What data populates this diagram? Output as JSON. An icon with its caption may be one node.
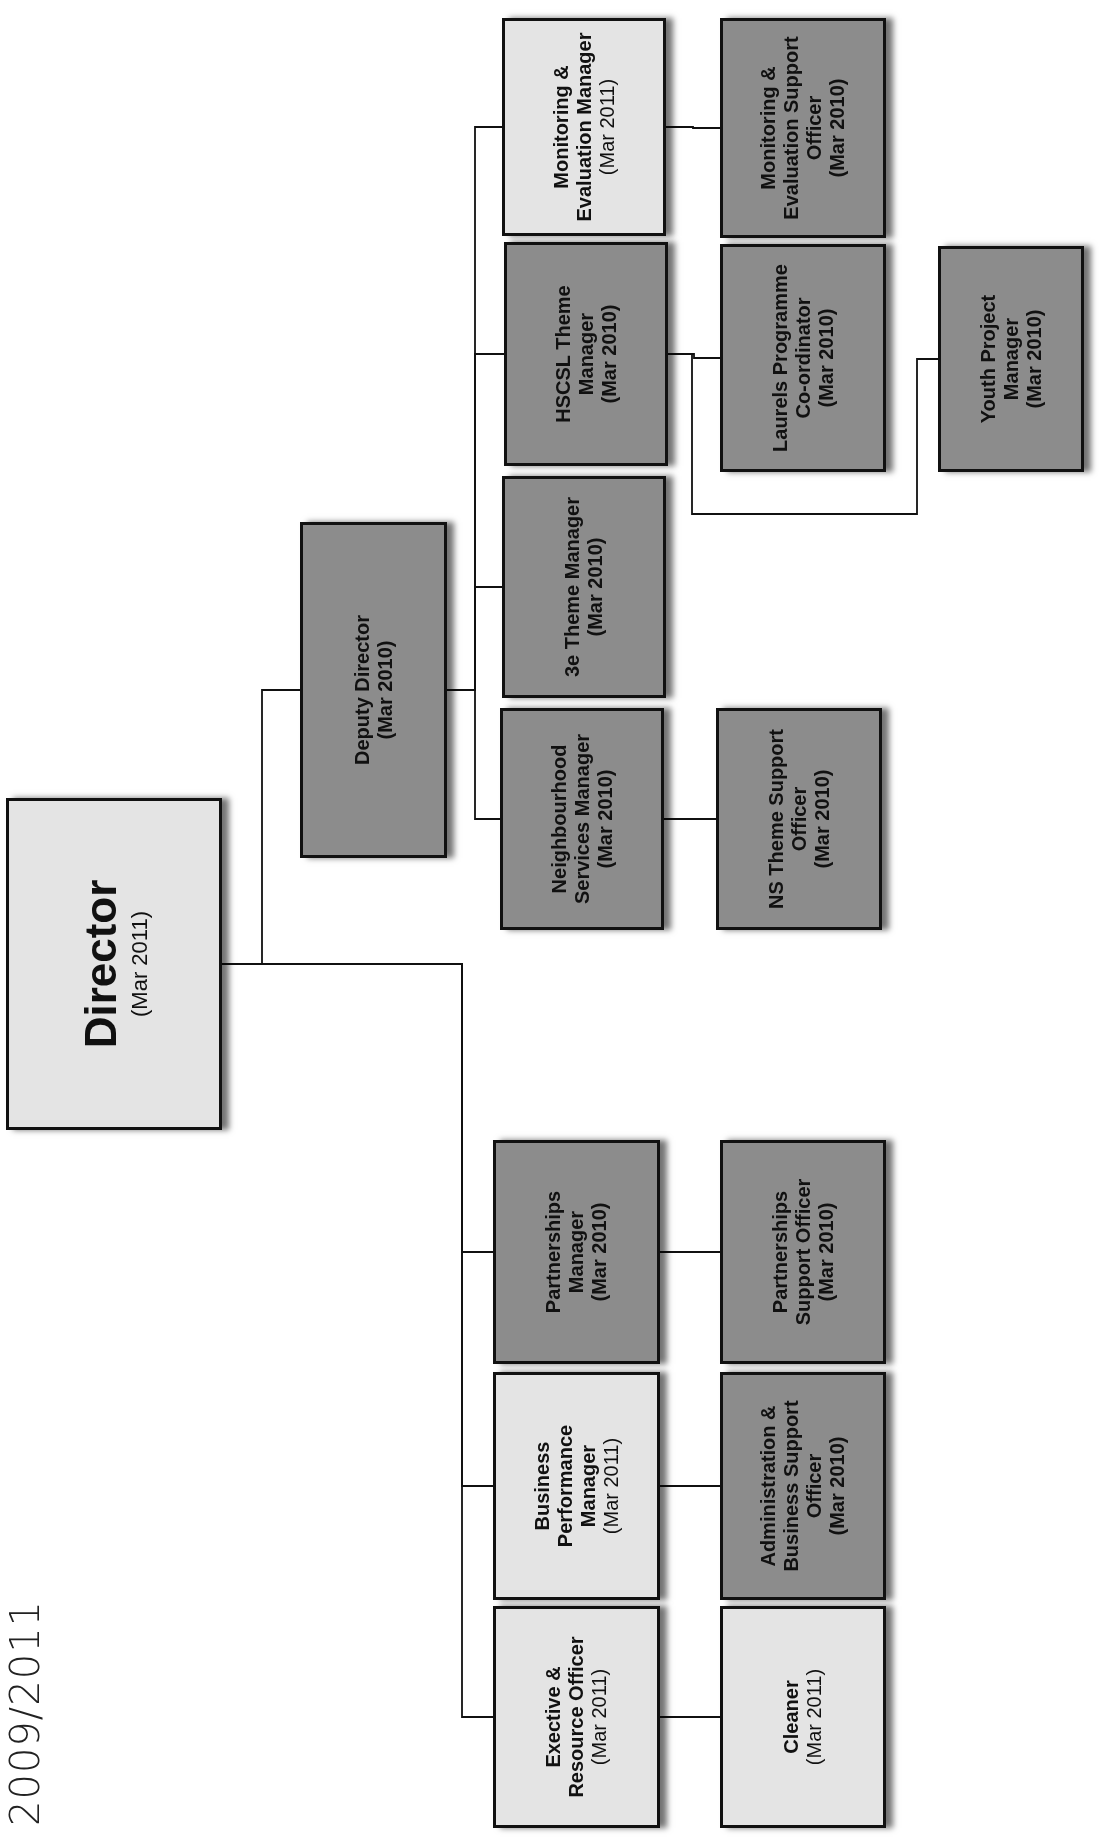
{
  "diagram": {
    "title": "2009/2011",
    "nodes": [
      {
        "text": [
          "Director",
          "(Mar 2011)"
        ]
      },
      {
        "text": [
          "Deputy Director",
          "(Mar 2010)"
        ]
      },
      {
        "text": [
          "Exective & Resource Officer",
          "(Mar 2011)"
        ]
      },
      {
        "text": [
          "Business Performance Manager",
          "(Mar 2011)"
        ]
      },
      {
        "text": [
          "Partnerships Manager",
          "(Mar 2010)"
        ]
      },
      {
        "text": [
          "Neighbourhood Services Manager",
          "(Mar 2010)"
        ]
      },
      {
        "text": [
          "3e Theme Manager",
          "(Mar 2010)"
        ]
      },
      {
        "text": [
          "HSCSL Theme Manager",
          "(Mar 2010)"
        ]
      },
      {
        "text": [
          "Monitoring & Evaluation Manager",
          "(Mar 2011)"
        ]
      },
      {
        "text": [
          "Cleaner",
          "(Mar 2011)"
        ]
      },
      {
        "text": [
          "Administration & Business Support Officer",
          "(Mar 2010)"
        ]
      },
      {
        "text": [
          "Partnerships Support Officer",
          "(Mar 2010)"
        ]
      },
      {
        "text": [
          "NS Theme Support Officer",
          "(Mar 2010)"
        ]
      },
      {
        "text": [
          "Laurels Programme Co-ordinator",
          "(Mar 2010)"
        ]
      },
      {
        "text": [
          "Monitoring & Evaluation Support Officer",
          "(Mar 2010)"
        ]
      },
      {
        "text": [
          "Youth Project Manager",
          "(Mar 2010)"
        ]
      }
    ],
    "edges": [
      {
        "from": 0,
        "to": 1,
        "arrow": "none"
      },
      {
        "from": 0,
        "to": 4,
        "arrow": "none"
      },
      {
        "from": 0,
        "to": 3,
        "arrow": "none"
      },
      {
        "from": 0,
        "to": 2,
        "arrow": "none"
      },
      {
        "from": 1,
        "to": 8,
        "arrow": "none"
      },
      {
        "from": 1,
        "to": 7,
        "arrow": "none"
      },
      {
        "from": 1,
        "to": 6,
        "arrow": "none"
      },
      {
        "from": 1,
        "to": 5,
        "arrow": "none"
      },
      {
        "from": 2,
        "to": 9,
        "arrow": "none"
      },
      {
        "from": 3,
        "to": 10,
        "arrow": "none"
      },
      {
        "from": 4,
        "to": 11,
        "arrow": "none"
      },
      {
        "from": 5,
        "to": 12,
        "arrow": "none"
      },
      {
        "from": 7,
        "to": 13,
        "arrow": "none"
      },
      {
        "from": 7,
        "to": 15,
        "arrow": "none"
      },
      {
        "from": 8,
        "to": 14,
        "arrow": "none"
      }
    ]
  }
}
